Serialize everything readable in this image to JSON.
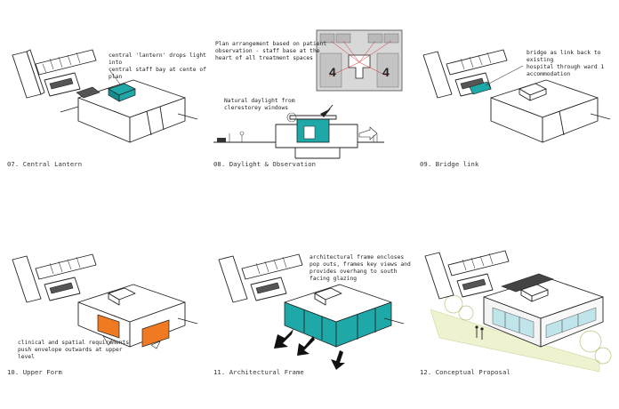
{
  "colors": {
    "teal": "#1fa8a8",
    "orange": "#ef7a22",
    "line": "#222222",
    "glass": "#bfe4ea",
    "landscape": "#d9e3a6"
  },
  "panels": [
    {
      "caption": "07. Central Lantern",
      "note": "central 'lantern' drops light into\ncentral staff bay at cente of\nplan"
    },
    {
      "caption": "08. Daylight & Observation",
      "note": "Plan arrangement based on patient\nobservation - staff base at the\nheart of all treatment spaces",
      "note2": "Natural daylight from\nclerestorey windows",
      "plan_label_left": "4",
      "plan_label_right": "4"
    },
    {
      "caption": "09. Bridge link",
      "note": "bridge as link back to existing\nhospital through ward 1\naccommodation"
    },
    {
      "caption": "10. Upper Form",
      "note": "clinical and spatial requirements\npush envelope outwards at upper\nlevel"
    },
    {
      "caption": "11. Architectural Frame",
      "note": "architectural frame encloses\npop outs, frames key views and\nprovides overhang to south\nfacing glazing"
    },
    {
      "caption": "12. Conceptual Proposal"
    }
  ]
}
